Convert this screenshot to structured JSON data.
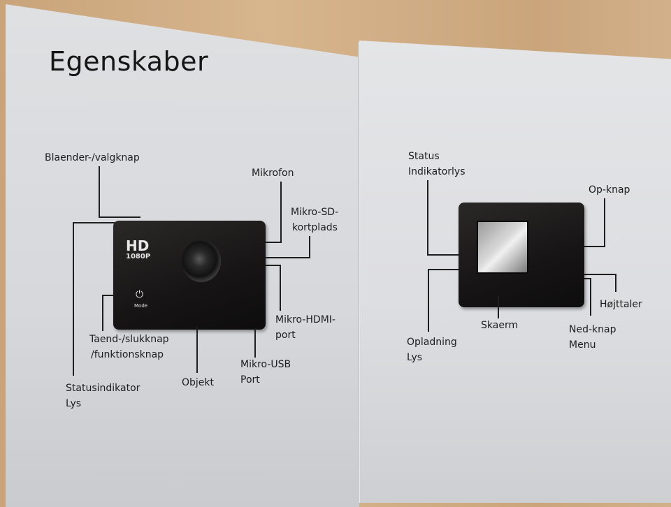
{
  "document": {
    "title": "Egenskaber",
    "left_diagram": {
      "camera_badge": {
        "hd": "HD",
        "resolution": "1080P",
        "mode_label": "Mode"
      },
      "labels": {
        "shutter_select_button": "Blaender-/valgknap",
        "microphone": "Mikrofon",
        "micro_sd_line1": "Mikro-SD-",
        "micro_sd_line2": "kortplads",
        "micro_hdmi_line1": "Mikro-HDMI-",
        "micro_hdmi_line2": "port",
        "micro_usb_line1": "Mikro-USB",
        "micro_usb_line2": "Port",
        "power_line1": "Taend-/slukknap",
        "power_line2": "/funktionsknap",
        "lens": "Objekt",
        "status_line1": "Statusindikator",
        "status_line2": "Lys"
      }
    },
    "right_diagram": {
      "labels": {
        "status_line1": "Status",
        "status_line2": "Indikatorlys",
        "up_button": "Op-knap",
        "speaker": "Højttaler",
        "down_line1": "Ned-knap",
        "down_line2": "Menu",
        "screen": "Skaerm",
        "charging_line1": "Opladning",
        "charging_line2": "Lys"
      }
    }
  },
  "colors": {
    "paper": "#dcdde0",
    "ink": "#1d1d1f",
    "table_wood": "#cfac83",
    "camera": "#1a1818"
  }
}
